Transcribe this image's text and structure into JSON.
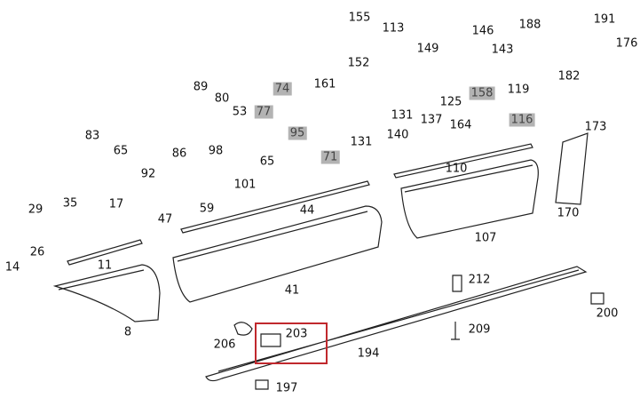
{
  "diagram": {
    "highlight_color": "#b3b3b3",
    "selection_color": "#c0282d",
    "selected_part": "203",
    "labels": [
      {
        "text": "155",
        "highlighted": false
      },
      {
        "text": "113",
        "highlighted": false
      },
      {
        "text": "146",
        "highlighted": false
      },
      {
        "text": "188",
        "highlighted": false
      },
      {
        "text": "191",
        "highlighted": false
      },
      {
        "text": "176",
        "highlighted": false
      },
      {
        "text": "149",
        "highlighted": false
      },
      {
        "text": "143",
        "highlighted": false
      },
      {
        "text": "182",
        "highlighted": false
      },
      {
        "text": "152",
        "highlighted": false
      },
      {
        "text": "125",
        "highlighted": false
      },
      {
        "text": "158",
        "highlighted": true
      },
      {
        "text": "119",
        "highlighted": false
      },
      {
        "text": "74",
        "highlighted": true
      },
      {
        "text": "161",
        "highlighted": false
      },
      {
        "text": "89",
        "highlighted": false
      },
      {
        "text": "80",
        "highlighted": false
      },
      {
        "text": "77",
        "highlighted": true
      },
      {
        "text": "53",
        "highlighted": false
      },
      {
        "text": "131",
        "highlighted": false
      },
      {
        "text": "137",
        "highlighted": false
      },
      {
        "text": "164",
        "highlighted": false
      },
      {
        "text": "116",
        "highlighted": true
      },
      {
        "text": "173",
        "highlighted": false
      },
      {
        "text": "95",
        "highlighted": true
      },
      {
        "text": "131",
        "highlighted": false
      },
      {
        "text": "140",
        "highlighted": false
      },
      {
        "text": "110",
        "highlighted": false
      },
      {
        "text": "83",
        "highlighted": false
      },
      {
        "text": "65",
        "highlighted": false
      },
      {
        "text": "86",
        "highlighted": false
      },
      {
        "text": "98",
        "highlighted": false
      },
      {
        "text": "71",
        "highlighted": true
      },
      {
        "text": "92",
        "highlighted": false
      },
      {
        "text": "65",
        "highlighted": false
      },
      {
        "text": "101",
        "highlighted": false
      },
      {
        "text": "44",
        "highlighted": false
      },
      {
        "text": "170",
        "highlighted": false
      },
      {
        "text": "29",
        "highlighted": false
      },
      {
        "text": "35",
        "highlighted": false
      },
      {
        "text": "17",
        "highlighted": false
      },
      {
        "text": "47",
        "highlighted": false
      },
      {
        "text": "59",
        "highlighted": false
      },
      {
        "text": "107",
        "highlighted": false
      },
      {
        "text": "26",
        "highlighted": false
      },
      {
        "text": "11",
        "highlighted": false
      },
      {
        "text": "14",
        "highlighted": false
      },
      {
        "text": "41",
        "highlighted": false
      },
      {
        "text": "212",
        "highlighted": false
      },
      {
        "text": "8",
        "highlighted": false
      },
      {
        "text": "200",
        "highlighted": false
      },
      {
        "text": "206",
        "highlighted": false
      },
      {
        "text": "203",
        "highlighted": false
      },
      {
        "text": "209",
        "highlighted": false
      },
      {
        "text": "194",
        "highlighted": false
      },
      {
        "text": "197",
        "highlighted": false
      }
    ]
  }
}
